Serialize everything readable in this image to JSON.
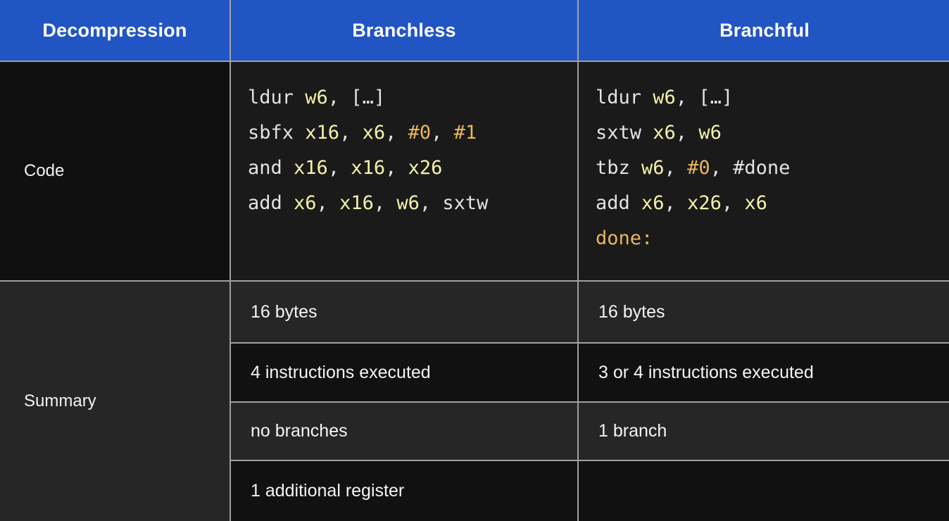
{
  "header": {
    "columns": [
      {
        "label": "Decompression"
      },
      {
        "label": "Branchless"
      },
      {
        "label": "Branchful"
      }
    ],
    "background_color": "#2155c4",
    "text_color": "#ffffff"
  },
  "colors": {
    "grid_border": "#a0a0a0",
    "code_background": "#1a1a1a",
    "label_code_background": "#101010",
    "label_summary_background": "#262626",
    "summary_row_light": "#262626",
    "summary_row_dark": "#111111",
    "mnemonic": "#e3e3e3",
    "register": "#f2f2a8",
    "immediate": "#e8b65a",
    "label_token": "#e8b65a",
    "body_text": "#f4f4f4"
  },
  "rows": {
    "code": {
      "label": "Code",
      "branchless": {
        "lines": [
          [
            {
              "t": "ldur ",
              "k": "mn"
            },
            {
              "t": "w6",
              "k": "reg"
            },
            {
              "t": ", […]",
              "k": "pun"
            }
          ],
          [
            {
              "t": "sbfx ",
              "k": "mn"
            },
            {
              "t": "x16",
              "k": "reg"
            },
            {
              "t": ", ",
              "k": "pun"
            },
            {
              "t": "x6",
              "k": "reg"
            },
            {
              "t": ", ",
              "k": "pun"
            },
            {
              "t": "#0",
              "k": "imm"
            },
            {
              "t": ", ",
              "k": "pun"
            },
            {
              "t": "#1",
              "k": "imm"
            }
          ],
          [
            {
              "t": "and ",
              "k": "mn"
            },
            {
              "t": "x16",
              "k": "reg"
            },
            {
              "t": ", ",
              "k": "pun"
            },
            {
              "t": "x16",
              "k": "reg"
            },
            {
              "t": ", ",
              "k": "pun"
            },
            {
              "t": "x26",
              "k": "reg"
            }
          ],
          [
            {
              "t": "add ",
              "k": "mn"
            },
            {
              "t": "x6",
              "k": "reg"
            },
            {
              "t": ", ",
              "k": "pun"
            },
            {
              "t": "x16",
              "k": "reg"
            },
            {
              "t": ", ",
              "k": "pun"
            },
            {
              "t": "w6",
              "k": "reg"
            },
            {
              "t": ", ",
              "k": "pun"
            },
            {
              "t": "sxtw",
              "k": "mn"
            }
          ]
        ],
        "plain": "ldur w6, […]\nsbfx x16, x6, #0, #1\nand x16, x16, x26\nadd x6, x16, w6, sxtw"
      },
      "branchful": {
        "lines": [
          [
            {
              "t": "ldur ",
              "k": "mn"
            },
            {
              "t": "w6",
              "k": "reg"
            },
            {
              "t": ", […]",
              "k": "pun"
            }
          ],
          [
            {
              "t": "sxtw ",
              "k": "mn"
            },
            {
              "t": "x6",
              "k": "reg"
            },
            {
              "t": ", ",
              "k": "pun"
            },
            {
              "t": "w6",
              "k": "reg"
            }
          ],
          [
            {
              "t": "tbz ",
              "k": "mn"
            },
            {
              "t": "w6",
              "k": "reg"
            },
            {
              "t": ", ",
              "k": "pun"
            },
            {
              "t": "#0",
              "k": "imm"
            },
            {
              "t": ", #done",
              "k": "pun"
            }
          ],
          [
            {
              "t": "add ",
              "k": "mn"
            },
            {
              "t": "x6",
              "k": "reg"
            },
            {
              "t": ", ",
              "k": "pun"
            },
            {
              "t": "x26",
              "k": "reg"
            },
            {
              "t": ", ",
              "k": "pun"
            },
            {
              "t": "x6",
              "k": "reg"
            }
          ],
          [
            {
              "t": "done:",
              "k": "lbl"
            }
          ]
        ],
        "plain": "ldur w6, […]\nsxtw x6, w6\ntbz w6, #0, #done\nadd x6, x26, x6\ndone:"
      }
    },
    "summary": {
      "label": "Summary",
      "items": [
        {
          "branchless": "16 bytes",
          "branchful": "16 bytes"
        },
        {
          "branchless": "4 instructions executed",
          "branchful": "3 or 4 instructions executed"
        },
        {
          "branchless": "no branches",
          "branchful": "1 branch"
        },
        {
          "branchless": "1 additional register",
          "branchful": ""
        }
      ]
    }
  }
}
